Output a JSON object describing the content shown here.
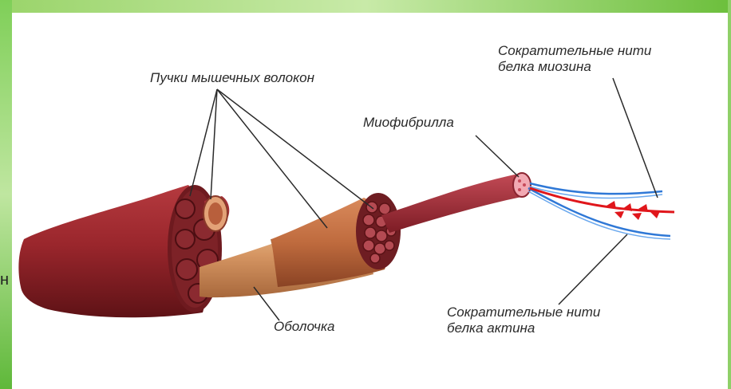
{
  "labels": {
    "bundles": "Пучки мышечных волокон",
    "myofibril": "Миофибрилла",
    "myosin_line1": "Сократительные нити",
    "myosin_line2": "белка миозина",
    "sheath": "Оболочка",
    "actin_line1": "Сократительные нити",
    "actin_line2": "белка актина"
  },
  "colors": {
    "frame_green": "#7ec850",
    "muscle_dark": "#8c1f24",
    "muscle_light": "#c0444a",
    "sheath": "#d7a070",
    "actin_blue": "#2f78d6",
    "myosin_red": "#e0161b"
  },
  "edge_text": "н"
}
